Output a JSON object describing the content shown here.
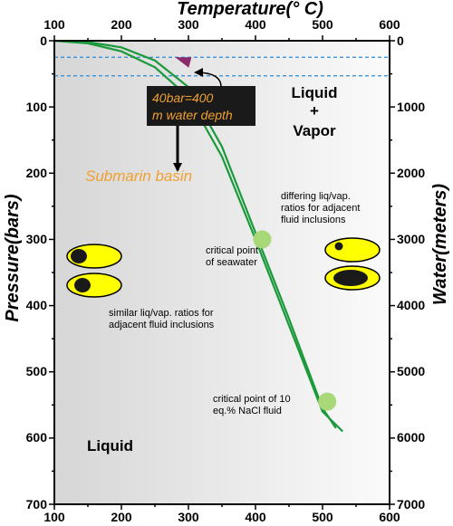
{
  "axes": {
    "top_title": "Temperature(° C)",
    "left_title": "Pressure(bars)",
    "right_title": "Water(meters)",
    "x_ticks": [
      "100",
      "200",
      "300",
      "400",
      "500",
      "600"
    ],
    "pressure_ticks": [
      "0",
      "100",
      "200",
      "300",
      "400",
      "500",
      "600",
      "700"
    ],
    "depth_ticks": [
      "0",
      "1000",
      "2000",
      "3000",
      "4000",
      "5000",
      "6000",
      "7000"
    ],
    "x_range": [
      100,
      600
    ],
    "pressure_range": [
      0,
      700
    ],
    "depth_range": [
      0,
      7000
    ]
  },
  "regions": {
    "liquid_vapor_line1": "Liquid",
    "liquid_vapor_line2": "+",
    "liquid_vapor_line3": "Vapor",
    "liquid": "Liquid"
  },
  "annotations": {
    "callout_line1": "40bar=400",
    "callout_line2": "m water depth",
    "basin": "Submarin basin",
    "differing_line1": "differing liq/vap.",
    "differing_line2": "ratios for adjacent",
    "differing_line3": "fluid inclusions",
    "similar_line1": "similar liq/vap. ratios for",
    "similar_line2": "adjacent fluid inclusions",
    "cp_seawater_line1": "critical point",
    "cp_seawater_line2": "of seawater",
    "cp_nacl_line1": "critical point of 10",
    "cp_nacl_line2": "eq.% NaCl fluid"
  },
  "colors": {
    "curve": "#1a9a3a",
    "critical_point": "#a8d878",
    "dashed_line": "#2a8ad8",
    "triangle": "#8a2a6a",
    "callout_bg": "#1a1a1a",
    "callout_text": "#f0a030",
    "basin_text": "#f0a030",
    "inclusion_fill": "#ffff00",
    "inclusion_bubble": "#1a1a1a"
  },
  "chart_data": {
    "type": "line",
    "x_unit": "°C",
    "y_unit": "bars",
    "series": [
      {
        "x": [
          100,
          150,
          200,
          250,
          300,
          350,
          400,
          450,
          500,
          520
        ],
        "y": [
          0,
          2,
          10,
          30,
          70,
          160,
          290,
          420,
          555,
          585
        ]
      },
      {
        "x": [
          100,
          150,
          200,
          250,
          300,
          350,
          400,
          450,
          500,
          530
        ],
        "y": [
          0,
          4,
          16,
          40,
          85,
          175,
          300,
          430,
          560,
          590
        ]
      }
    ],
    "dashed_levels_bar": [
      25,
      53
    ],
    "critical_points": [
      {
        "x": 410,
        "y": 300
      },
      {
        "x": 507,
        "y": 545
      }
    ],
    "triangle_point": {
      "x": 295,
      "y": 27
    }
  }
}
